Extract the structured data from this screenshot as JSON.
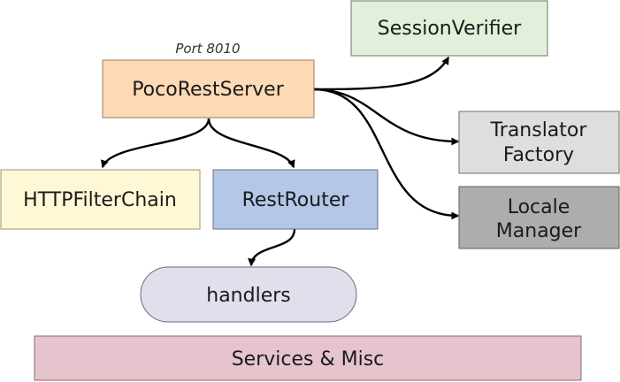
{
  "diagram": {
    "caption": "Port 8010",
    "nodes": {
      "session_verifier": {
        "label": "SessionVerifier",
        "fill": "#e2efda",
        "stroke": "#6d7a63"
      },
      "poco_rest_server": {
        "label": "PocoRestServer",
        "fill": "#fdd9b5",
        "stroke": "#9a7a5a"
      },
      "translator_factory": {
        "line1": "Translator",
        "line2": "Factory",
        "fill": "#dedede",
        "stroke": "#6e6e6e"
      },
      "locale_manager": {
        "line1": "Locale",
        "line2": "Manager",
        "fill": "#adadad",
        "stroke": "#5e5e5e"
      },
      "http_filter_chain": {
        "label": "HTTPFilterChain",
        "fill": "#fff8d6",
        "stroke": "#9c9470"
      },
      "rest_router": {
        "label": "RestRouter",
        "fill": "#b4c7e7",
        "stroke": "#5f7291"
      },
      "handlers": {
        "label": "handlers",
        "fill": "#e0e0ec",
        "stroke": "#66668a"
      },
      "services_misc": {
        "label": "Services & Misc",
        "fill": "#e6c4cd",
        "stroke": "#8a6872"
      }
    }
  }
}
